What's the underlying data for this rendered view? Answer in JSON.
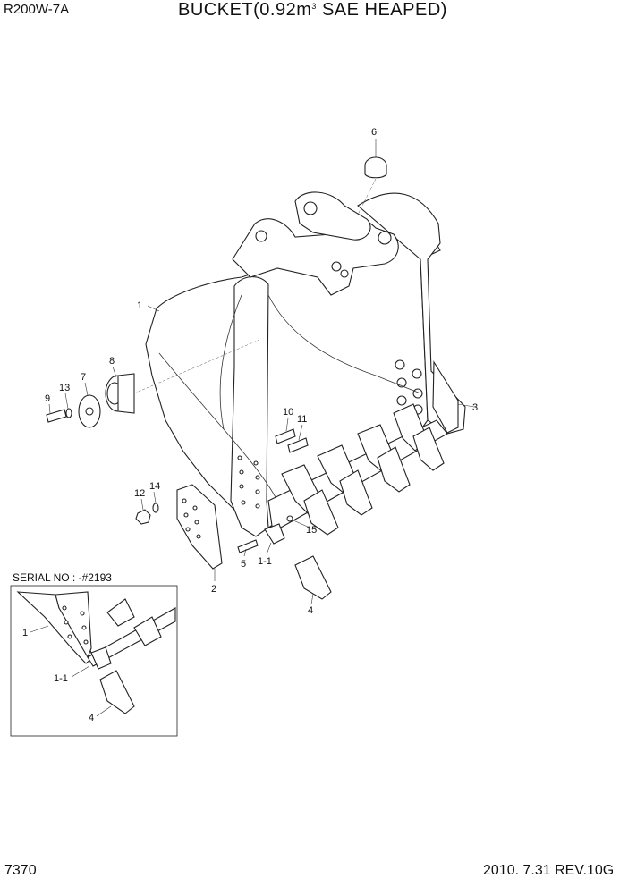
{
  "header": {
    "model": "R200W-7A",
    "title_main": "BUCKET(0.92m",
    "title_sup": "3",
    "title_rest": " SAE HEAPED)"
  },
  "footer": {
    "page_number": "7370",
    "revision": "2010. 7.31  REV.10G"
  },
  "inset": {
    "serial": "SERIAL NO : -#2193",
    "labels": [
      "1",
      "1-1",
      "4"
    ]
  },
  "callouts": {
    "c1": "1",
    "c1_1": "1-1",
    "c2": "2",
    "c3": "3",
    "c4": "4",
    "c5": "5",
    "c6": "6",
    "c7": "7",
    "c8": "8",
    "c9": "9",
    "c10": "10",
    "c11": "11",
    "c12": "12",
    "c13": "13",
    "c14": "14",
    "c15": "15"
  }
}
